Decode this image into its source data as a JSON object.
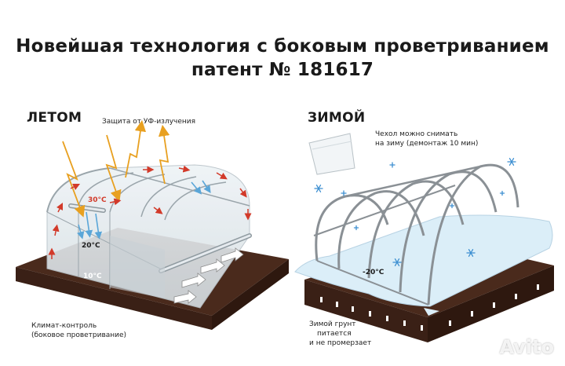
{
  "title": {
    "line1": "Новейшая технология с боковым проветриванием",
    "line2": "патент № 181617"
  },
  "summer": {
    "heading": "ЛЕТОМ",
    "uv_label": "Защита от УФ-излучения",
    "temp_top": "30°C",
    "temp_mid": "20°C",
    "temp_low": "10°C",
    "climate_line1": "Климат-контроль",
    "climate_line2": "(боковое проветривание)"
  },
  "winter": {
    "heading": "ЗИМОЙ",
    "cover_line1": "Чехол можно снимать",
    "cover_line2": "на зиму (демонтаж 10 мин)",
    "temp": "-20°C",
    "soil_line1": "Зимой грунт",
    "soil_line2": "питается",
    "soil_line3": "и не промерзает"
  },
  "watermark": "Avito",
  "colors": {
    "soil": "#4a2a1c",
    "arrow_orange": "#e8a020",
    "arrow_blue": "#5aa6d8",
    "arrow_red": "#d23a2a",
    "snow": "#dbeef8",
    "snowflake": "#3d8fd1"
  }
}
